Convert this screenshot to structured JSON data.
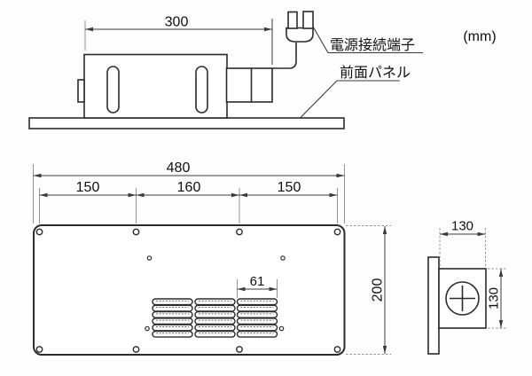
{
  "unit_note": "(mm)",
  "top_view": {
    "dim_width": "300",
    "label_power_terminal": "電源接続端子",
    "label_front_panel": "前面パネル"
  },
  "front_view": {
    "dim_total_width": "480",
    "dim_seg_left": "150",
    "dim_seg_mid": "160",
    "dim_seg_right": "150",
    "dim_vent_width": "61",
    "dim_height": "200"
  },
  "side_view": {
    "dim_width": "130",
    "dim_height": "130"
  }
}
